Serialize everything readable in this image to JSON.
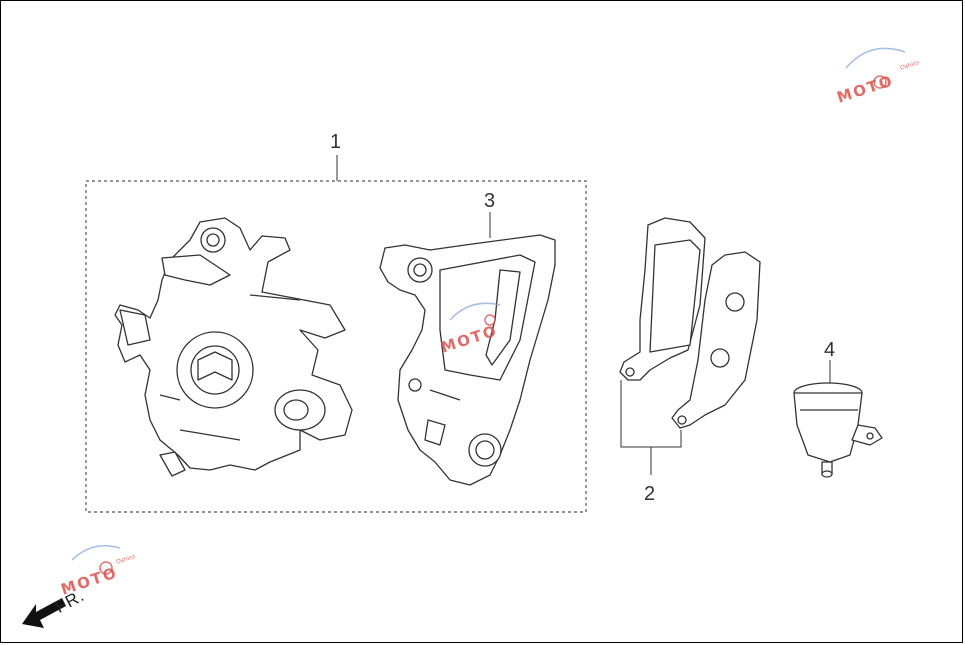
{
  "callouts": [
    {
      "id": "1",
      "label": "1"
    },
    {
      "id": "2",
      "label": "2"
    },
    {
      "id": "3",
      "label": "3"
    },
    {
      "id": "4",
      "label": "4"
    }
  ],
  "direction": {
    "label": "FR."
  },
  "watermark": {
    "text": "MOTO",
    "sub": "Oshiro"
  },
  "colors": {
    "line": "#333333",
    "watermark": "#d9534f"
  }
}
